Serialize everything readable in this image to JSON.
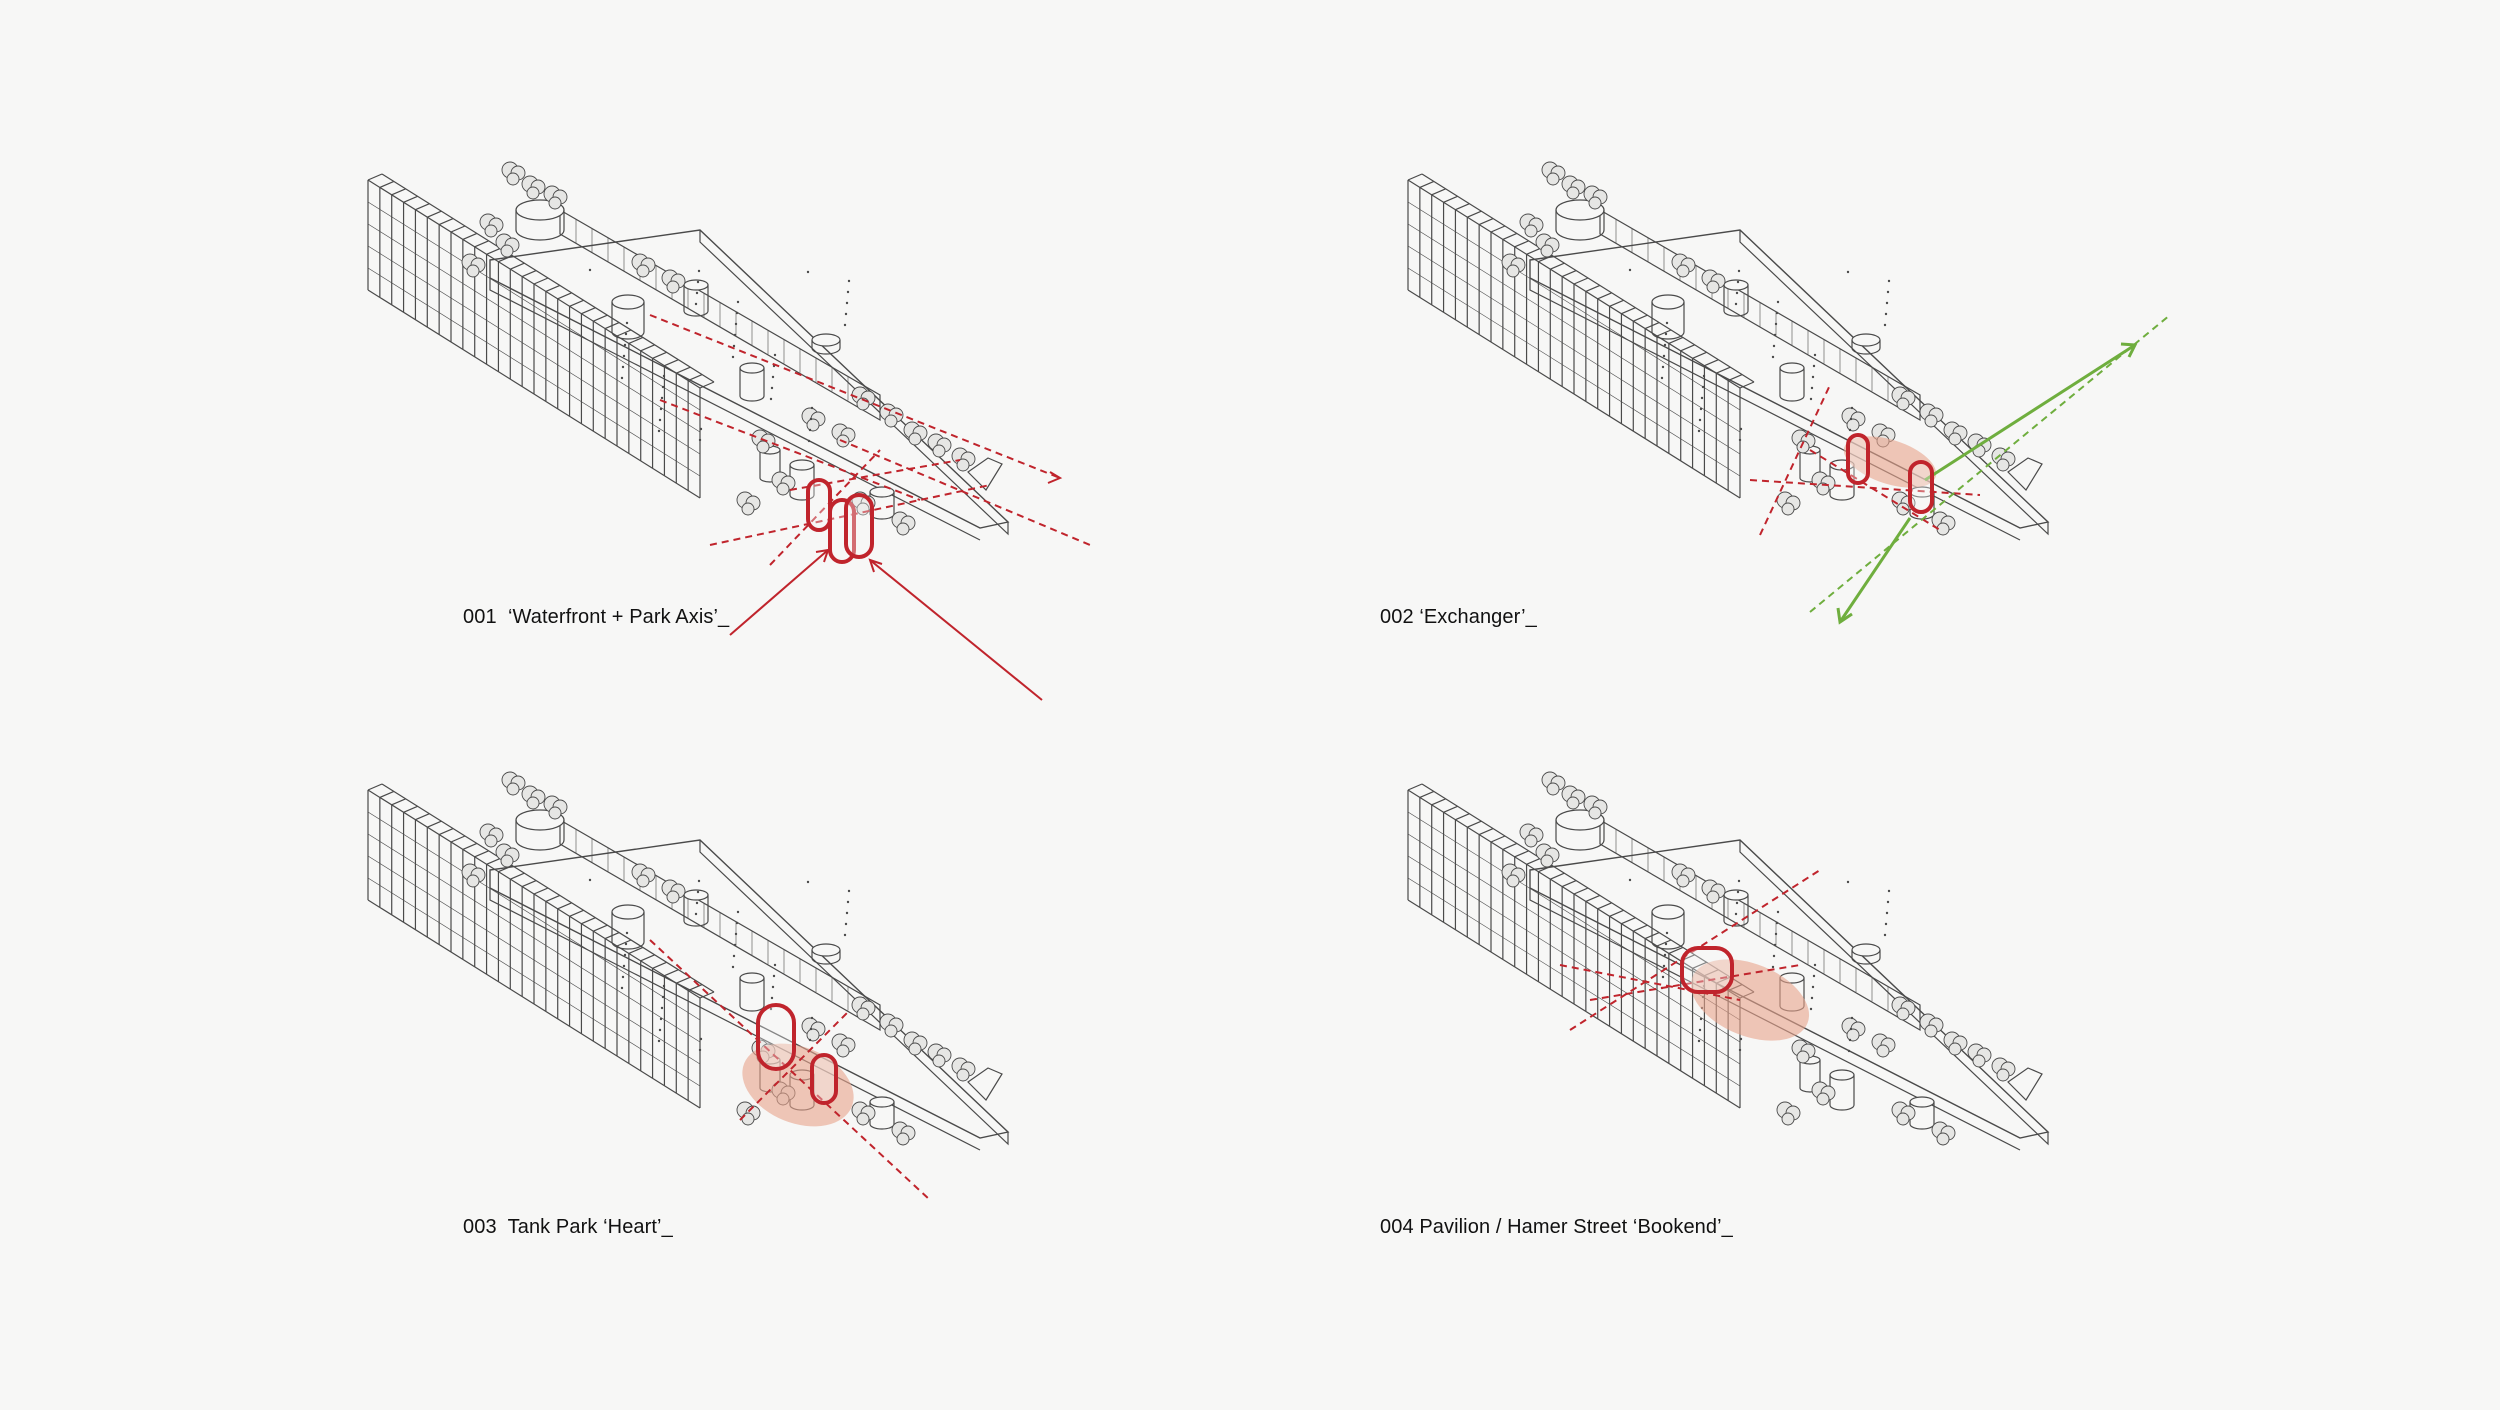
{
  "colors": {
    "background": "#f7f7f6",
    "linework": "#4a4a4a",
    "accent_red": "#c0242c",
    "highlight_fill": "#e8a48c",
    "accent_green": "#6fae3e"
  },
  "panels": [
    {
      "id": "001",
      "caption": "001  ‘Waterfront + Park Axis’_"
    },
    {
      "id": "002",
      "caption": "002 ‘Exchanger’_"
    },
    {
      "id": "003",
      "caption": "003  Tank Park ‘Heart’_"
    },
    {
      "id": "004",
      "caption": "004 Pavilion / Hamer Street ‘Bookend’_"
    }
  ]
}
